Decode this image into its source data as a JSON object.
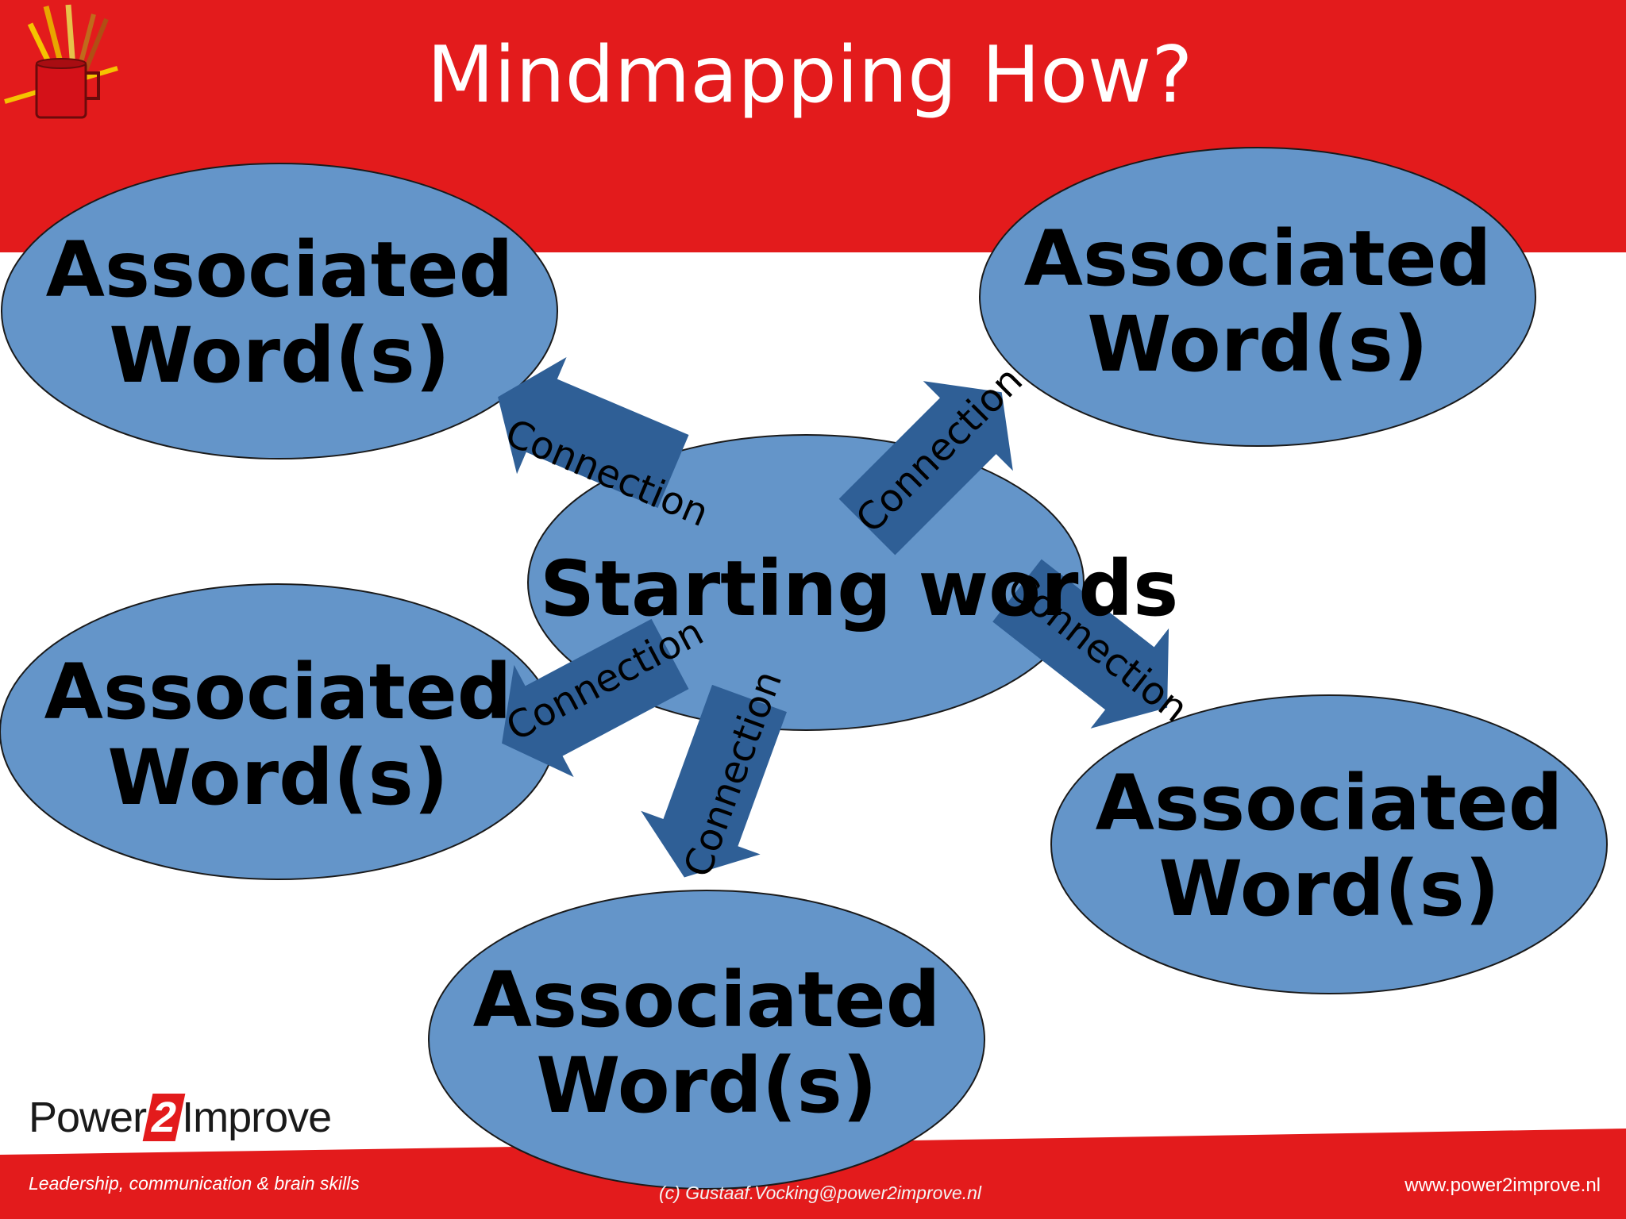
{
  "slide": {
    "title": "Mindmapping How?",
    "colors": {
      "banner": "#e31b1c",
      "node_fill": "#6495c9",
      "arrow_fill": "#2f5f96",
      "text": "#000000"
    }
  },
  "diagram": {
    "center_node": {
      "label": "Starting words"
    },
    "associated_nodes": [
      {
        "line1": "Associated",
        "line2": "Word(s)"
      },
      {
        "line1": "Associated",
        "line2": "Word(s)"
      },
      {
        "line1": "Associated",
        "line2": "Word(s)"
      },
      {
        "line1": "Associated",
        "line2": "Word(s)"
      },
      {
        "line1": "Associated",
        "line2": "Word(s)"
      }
    ],
    "connections": [
      {
        "label": "Connection"
      },
      {
        "label": "Connection"
      },
      {
        "label": "Connection"
      },
      {
        "label": "Connection"
      },
      {
        "label": "Connection"
      }
    ]
  },
  "logo_icon": "pencil-cup-icon",
  "footer": {
    "brand_prefix": "Power",
    "brand_mark": "2",
    "brand_suffix": "Improve",
    "tagline": "Leadership, communication & brain skills",
    "copyright": "(c) Gustaaf.Vocking@power2improve.nl",
    "website": "www.power2improve.nl"
  }
}
